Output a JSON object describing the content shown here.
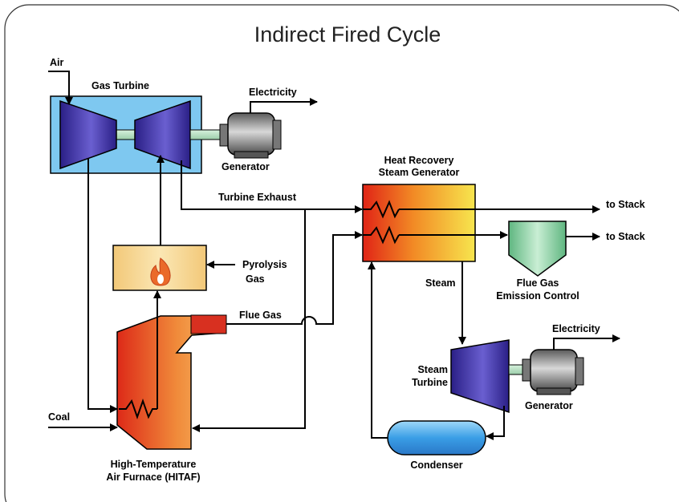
{
  "title": "Indirect Fired Cycle",
  "labels": {
    "air": "Air",
    "gas_turbine": "Gas Turbine",
    "electricity_top": "Electricity",
    "generator_top": "Generator",
    "turbine_exhaust": "Turbine Exhaust",
    "hrsg_line1": "Heat Recovery",
    "hrsg_line2": "Steam Generator",
    "to_stack_1": "to Stack",
    "to_stack_2": "to Stack",
    "pyrolysis_line1": "Pyrolysis",
    "pyrolysis_line2": "Gas",
    "flue_gas": "Flue Gas",
    "steam": "Steam",
    "emission_line1": "Flue Gas",
    "emission_line2": "Emission Control",
    "electricity_bottom": "Electricity",
    "steam_turbine_line1": "Steam",
    "steam_turbine_line2": "Turbine",
    "generator_bottom": "Generator",
    "coal": "Coal",
    "hitaf_line1": "High-Temperature",
    "hitaf_line2": "Air Furnace (HITAF)",
    "condenser": "Condenser"
  },
  "icons": {
    "flame": "flame-icon",
    "heat_exchanger": "heat-exchanger-coil-icon"
  },
  "colors": {
    "turbine_box": "#7ec8f0",
    "turbine_blade": "#3a2fa0",
    "generator_body": "#8c8c8c",
    "hrsg_hot": "#e22a1a",
    "hrsg_cool": "#f5e14a",
    "furnace_hot": "#e0301e",
    "furnace_cool": "#f7b55a",
    "burner": "#f4d08a",
    "emission": "#8fd4a8",
    "condenser": "#4aa8e8",
    "shaft": "#b8e4c4"
  }
}
